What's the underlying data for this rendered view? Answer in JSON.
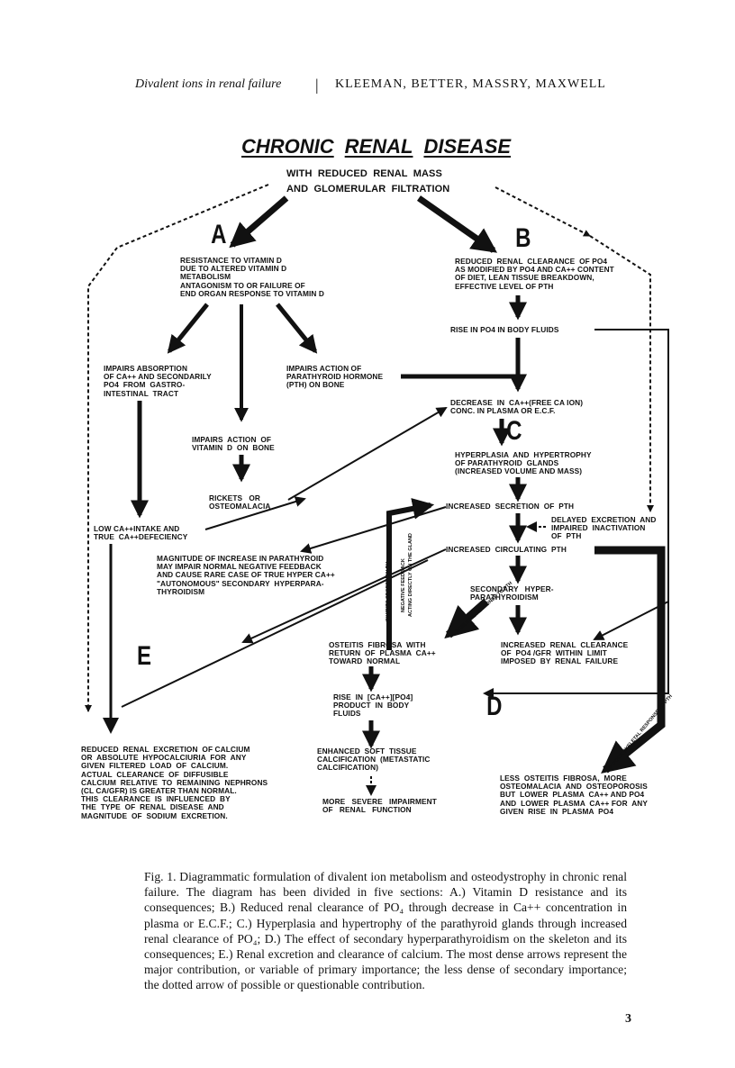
{
  "header": {
    "left": "Divalent ions in renal failure",
    "separator": "|",
    "right": "KLEEMAN, BETTER, MASSRY, MAXWELL"
  },
  "diagram": {
    "title_word1": "CHRONIC",
    "title_word2": "RENAL",
    "title_word3": "DISEASE",
    "subtitle_line1": "WITH  REDUCED  RENAL  MASS",
    "subtitle_line2": "AND  GLOMERULAR  FILTRATION",
    "section_labels": {
      "a": "A",
      "b": "B",
      "c": "C",
      "d": "D",
      "e": "E"
    },
    "nodes": {
      "resistance_vit_d": "RESISTANCE TO VITAMIN D\nDUE TO ALTERED VITAMIN D\nMETABOLISM\nANTAGONISM TO OR FAILURE OF\nEND ORGAN RESPONSE TO VITAMIN D",
      "reduced_po4_clearance": "REDUCED  RENAL  CLEARANCE  OF PO4\nAS MODIFIED BY PO4 AND CA++ CONTENT\nOF DIET, LEAN TISSUE BREAKDOWN,\nEFFECTIVE LEVEL OF PTH",
      "rise_po4": "RISE IN PO4 IN BODY FLUIDS",
      "impairs_absorption": "IMPAIRS ABSORPTION\nOF Ca++ AND SECONDARILY\nPO4  FROM  GASTRO-\nINTESTINAL  TRACT",
      "impairs_pth_action": "IMPAIRS ACTION OF\nPARATHYROID HORMONE\n(PTH) ON BONE",
      "decrease_ca": "DECREASE  IN  Ca++(FREE Ca ION)\nCONC. IN PLASMA OR E.C.F.",
      "impairs_vit_d_bone": "IMPAIRS  ACTION  OF\nVITAMIN  D  ON  BONE",
      "hyperplasia": "HYPERPLASIA  AND  HYPERTROPHY\nOF PARATHYROID  GLANDS\n(INCREASED VOLUME AND MASS)",
      "rickets": "RICKETS   OR\nOSTEOMALACIA",
      "increased_secretion": "INCREASED  SECRETION  OF  PTH",
      "low_ca_intake": "LOW Ca++INTAKE AND\nTRUE  Ca++DEFECIENCY",
      "delayed_excretion": "DELAYED  EXCRETION  AND\nIMPAIRED  INACTIVATION\nOF  PTH",
      "magnitude_increase": "MAGNITUDE OF INCREASE IN PARATHYROID\nMAY IMPAIR NORMAL NEGATIVE FEEDBACK\nAND CAUSE RARE CASE OF TRUE HYPER Ca++\n\"AUTONOMOUS\" SECONDARY  HYPERPARA-\nTHYROIDISM",
      "increased_circulating": "INCREASED  CIRCULATING  PTH",
      "secondary_hpt": "SECONDARY   HYPER-\nPARATHYROIDISM",
      "osteitis": "OSTEITIS  FIBROSA  WITH\nRETURN  OF  PLASMA  Ca++\nTOWARD  NORMAL",
      "increased_renal_clearance": "INCREASED  RENAL  CLEARANCE\nOF  PO4 /GFR  WITHIN  LIMIT\nIMPOSED  BY  RENAL  FAILURE",
      "rise_product": "RISE  IN  [Ca++][PO4]\nPRODUCT  IN  BODY\nFLUIDS",
      "reduced_ca_excretion": "REDUCED  RENAL  EXCRETION  OF CALCIUM\nOR  ABSOLUTE  HYPOCALCIURIA  FOR  ANY\nGIVEN  FILTERED  LOAD  OF  CALCIUM.\nACTUAL  CLEARANCE  OF  DIFFUSIBLE\nCALCIUM  RELATIVE  TO  REMAINING  NEPHRONS\n(CL Ca/GFR) IS GREATER THAN NORMAL.\nTHIS  CLEARANCE  IS  INFLUENCED  BY\nTHE  TYPE  OF  RENAL  DISEASE  AND\nMAGNITUDE  OF  SODIUM  EXCRETION.",
      "enhanced_calcification": "ENHANCED  SOFT  TISSUE\nCALCIFICATION  (METASTATIC\nCALCIFICATION)",
      "more_severe": "MORE   SEVERE   IMPAIRMENT\nOF   RENAL   FUNCTION",
      "less_osteitis": "LESS  OSTEITIS  FIBROSA,  MORE\nOSTEOMALACIA  AND  OSTEOPOROSIS\nBUT  LOWER  PLASMA  Ca++ AND PO4\nAND  LOWER  PLASMA  Ca++ FOR  ANY\nGIVEN  RISE  IN  PLASMA  PO4"
    },
    "arrow_labels": {
      "feedback_1": "INHIBITS SECRETION BY",
      "feedback_2": "NEGATIVE FEEDBACK",
      "feedback_3": "ACTING DIRECTLY ON THE GLAND",
      "skeletal_response": "SKELETAL RESPONSE TO PTH",
      "poor_skeletal": "IF POOR SKELETAL RESPONSE TO PTH"
    }
  },
  "caption": "Fig. 1. Diagrammatic formulation of divalent ion metabolism and osteodystrophy in chronic renal failure. The diagram has been divided in five sections: A.) Vitamin D resistance and its consequences; B.) Reduced renal clearance of PO₄ through decrease in Ca++ concentration in plasma or E.C.F.; C.) Hyperplasia and hypertrophy of the parathyroid glands through increased renal clearance of PO₄; D.) The effect of secondary hyperparathyroidism on the skeleton and its consequences; E.) Renal excretion and clearance of calcium. The most dense arrows represent the major contribution, or variable of primary importance; the less dense of secondary importance; the dotted arrow of possible or questionable contribution.",
  "page_number": "3"
}
